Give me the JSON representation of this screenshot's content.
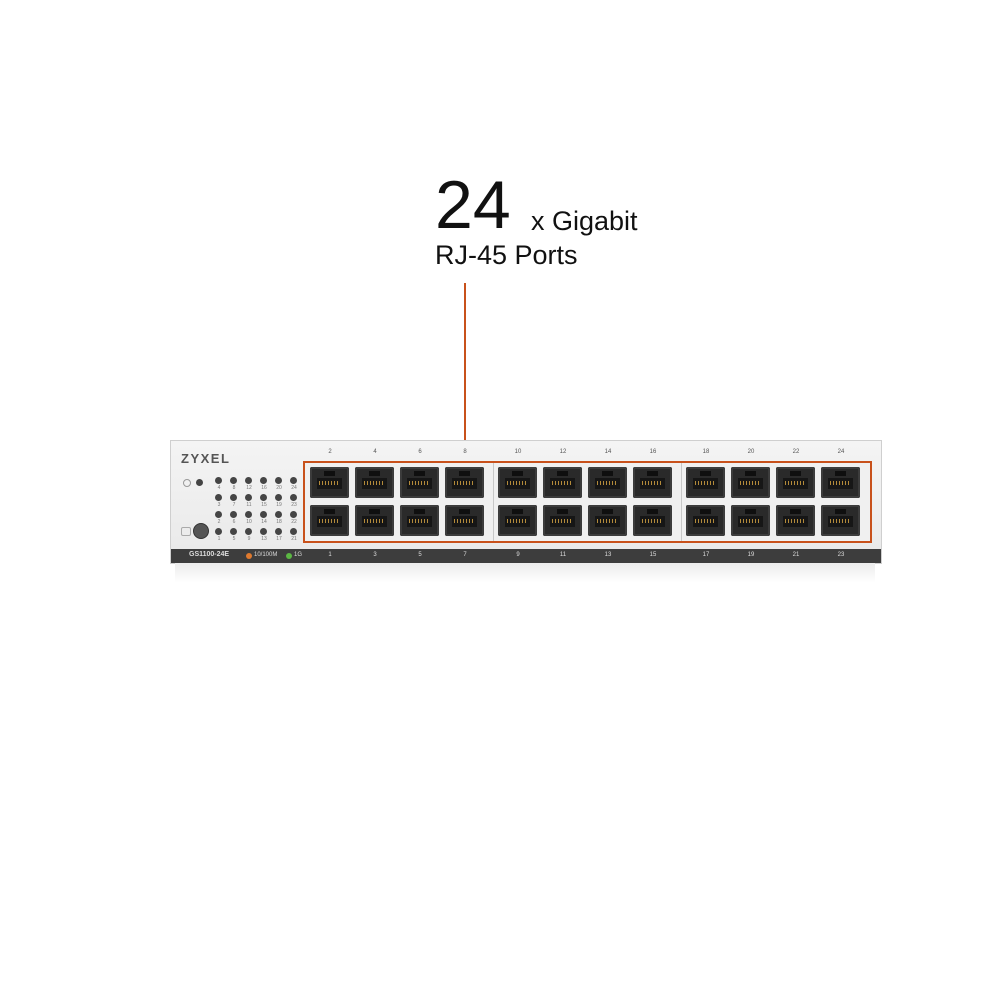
{
  "callout": {
    "count": "24",
    "suffix": "x Gigabit",
    "subtitle": "RJ-45 Ports",
    "accent_color": "#c8511b"
  },
  "device": {
    "brand": "ZYXEL",
    "model": "GS1100-24E",
    "legend": [
      {
        "label": "10/100M",
        "color": "#e07a2e"
      },
      {
        "label": "1G",
        "color": "#5bb843"
      }
    ],
    "top_port_numbers": [
      "2",
      "4",
      "6",
      "8",
      "10",
      "12",
      "14",
      "16",
      "18",
      "20",
      "22",
      "24"
    ],
    "bottom_port_numbers": [
      "1",
      "3",
      "5",
      "7",
      "9",
      "11",
      "13",
      "15",
      "17",
      "19",
      "21",
      "23"
    ],
    "led_columns": [
      {
        "top": "4",
        "mid1": "3",
        "mid2": "2",
        "bottom": "1"
      },
      {
        "top": "8",
        "mid1": "7",
        "mid2": "6",
        "bottom": "5"
      },
      {
        "top": "12",
        "mid1": "11",
        "mid2": "10",
        "bottom": "9"
      },
      {
        "top": "16",
        "mid1": "15",
        "mid2": "14",
        "bottom": "13"
      },
      {
        "top": "20",
        "mid1": "19",
        "mid2": "18",
        "bottom": "17"
      },
      {
        "top": "24",
        "mid1": "23",
        "mid2": "22",
        "bottom": "21"
      }
    ],
    "icons": [
      "power-icon",
      "locate-icon"
    ]
  }
}
